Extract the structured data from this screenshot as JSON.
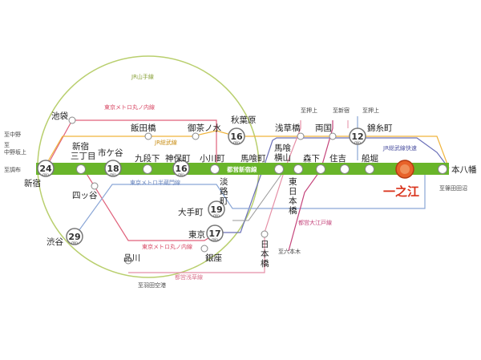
{
  "lines": {
    "yamanote": "JR山手線",
    "marunouchi_top": "東京メトロ丸ノ内線",
    "marunouchi_bottom": "東京メトロ丸ノ内線",
    "sobu": "JR総武線",
    "hanzomon": "東京メトロ半蔵門線",
    "shinjuku": "都営新宿線",
    "sobu_rapid": "JR総武線快速",
    "oedo": "都営大江戸線",
    "asakusa": "都営浅草線"
  },
  "stations": {
    "shinjuku": "新宿",
    "shinjuku_sanchome": "新宿三丁目",
    "ichigaya": "市ケ谷",
    "kudanshita": "九段下",
    "jimbocho": "神保町",
    "ogawamachi": "小川町",
    "iidabashi": "飯田橋",
    "ochanomizu": "御茶ノ水",
    "akihabara": "秋葉原",
    "asakusabashi": "浅草橋",
    "ryogoku": "両国",
    "kinshicho": "錦糸町",
    "bakuroyokoyama": "馬喰横山",
    "bakurocho": "馬喰町",
    "higashi_nihombashi": "東日本橋",
    "morishita": "森下",
    "sumiyoshi": "住吉",
    "funabori": "船堀",
    "ichinoe": "一之江",
    "motoyawata": "本八幡",
    "ikebukuro": "池袋",
    "yotsuya": "四ッ谷",
    "shibuya": "渋谷",
    "shinagawa": "品川",
    "ginza": "銀座",
    "tokyo": "東京",
    "otemachi": "大手町",
    "awajicho": "淡路町",
    "nihombashi": "日本橋"
  },
  "directions": {
    "nakano": "至中野",
    "nakanosakaue": "至中野坂上",
    "chofu": "至調布",
    "oshiage_1": "至押上",
    "shinjuku_dir": "至新宿",
    "oshiage_2": "至押上",
    "roppongi": "至六本木",
    "haneda": "至羽田空港",
    "shizuhan": "至篠田田沼"
  },
  "minutes": {
    "shinjuku": "24",
    "ichigaya": "18",
    "jimbocho": "16",
    "akihabara": "16",
    "kinshicho": "12",
    "otemachi": "19",
    "tokyo": "17",
    "shibuya": "29"
  },
  "minutes_unit": "min",
  "colors": {
    "shinjuku_line": "#69b52a",
    "yamanote": "#a9c25a",
    "marunouchi": "#e0607a",
    "sobu": "#f0b43c",
    "hanzomon": "#8aa6d6",
    "sobu_rapid": "#6a6fb8",
    "oedo": "#c4437a",
    "asakusa": "#e58fa6",
    "ichinoe": "#d9331c"
  }
}
